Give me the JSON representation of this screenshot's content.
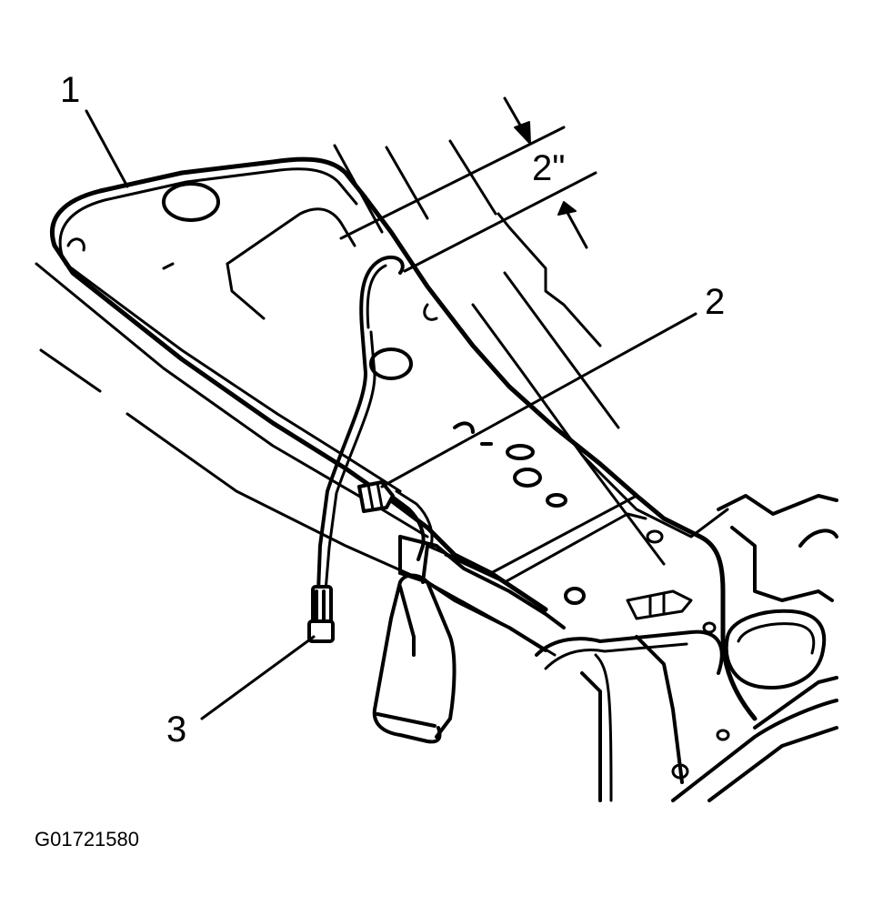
{
  "callouts": {
    "one": "1",
    "two": "2",
    "three": "3",
    "dimension": "2\""
  },
  "figure_code": "G01721580"
}
